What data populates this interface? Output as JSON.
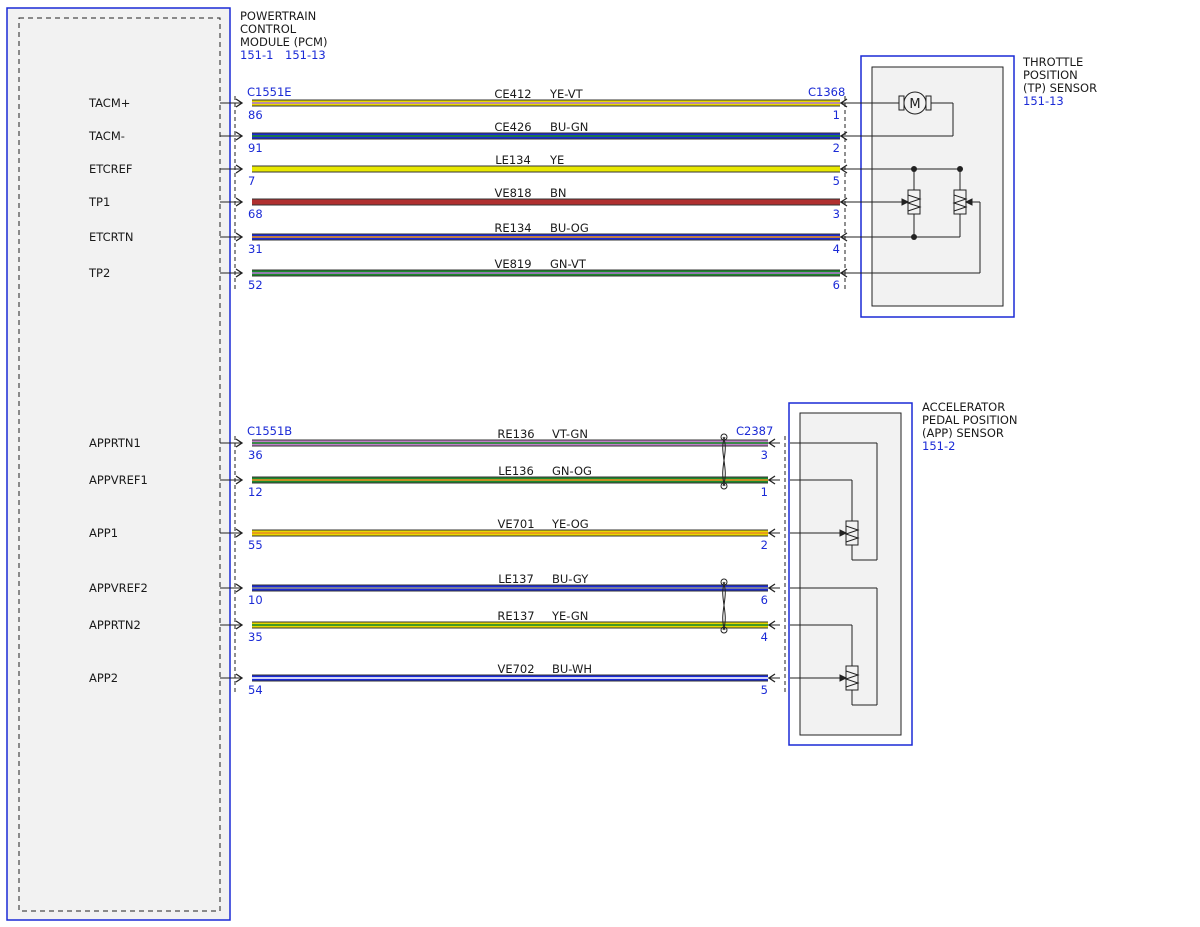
{
  "pcm": {
    "title_lines": [
      "POWERTRAIN",
      "CONTROL",
      "MODULE (PCM)"
    ],
    "refs": [
      "151-1",
      "151-13"
    ]
  },
  "tp_sensor": {
    "title_lines": [
      "THROTTLE",
      "POSITION",
      "(TP) SENSOR"
    ],
    "ref": "151-13"
  },
  "app_sensor": {
    "title_lines": [
      "ACCELERATOR",
      "PEDAL POSITION",
      "(APP) SENSOR"
    ],
    "ref": "151-2"
  },
  "motor_symbol": "M",
  "colors": {
    "YE-VT": [
      "#e8d800",
      "#b07ad0"
    ],
    "BU-GN": [
      "#1a2ad6",
      "#1c8a2c"
    ],
    "YE": [
      "#e8e800",
      "#e8e800"
    ],
    "BN": [
      "#b03030",
      "#b03030"
    ],
    "BU-OG": [
      "#1a2ad6",
      "#e89020"
    ],
    "GN-VT": [
      "#1c8a2c",
      "#b07ad0"
    ],
    "VT-GN": [
      "#c080c8",
      "#1c8a2c"
    ],
    "GN-OG": [
      "#1c8a2c",
      "#e89020"
    ],
    "YE-OG": [
      "#e8d800",
      "#e89020"
    ],
    "BU-GY": [
      "#1a2ad6",
      "#909090"
    ],
    "YE-GN": [
      "#e8d800",
      "#1c8a2c"
    ],
    "BU-WH": [
      "#1a2ad6",
      "#ffffff"
    ]
  },
  "group1": {
    "pcm_connector": "C1551E",
    "sensor_connector": "C1368",
    "wires": [
      {
        "signal": "TACM+",
        "circuit": "CE412",
        "color": "YE-VT",
        "pcm_pin": "86",
        "sensor_pin": "1"
      },
      {
        "signal": "TACM-",
        "circuit": "CE426",
        "color": "BU-GN",
        "pcm_pin": "91",
        "sensor_pin": "2"
      },
      {
        "signal": "ETCREF",
        "circuit": "LE134",
        "color": "YE",
        "pcm_pin": "7",
        "sensor_pin": "5"
      },
      {
        "signal": "TP1",
        "circuit": "VE818",
        "color": "BN",
        "pcm_pin": "68",
        "sensor_pin": "3"
      },
      {
        "signal": "ETCRTN",
        "circuit": "RE134",
        "color": "BU-OG",
        "pcm_pin": "31",
        "sensor_pin": "4"
      },
      {
        "signal": "TP2",
        "circuit": "VE819",
        "color": "GN-VT",
        "pcm_pin": "52",
        "sensor_pin": "6"
      }
    ]
  },
  "group2": {
    "pcm_connector": "C1551B",
    "sensor_connector": "C2387",
    "wires": [
      {
        "signal": "APPRTN1",
        "circuit": "RE136",
        "color": "VT-GN",
        "pcm_pin": "36",
        "sensor_pin": "3"
      },
      {
        "signal": "APPVREF1",
        "circuit": "LE136",
        "color": "GN-OG",
        "pcm_pin": "12",
        "sensor_pin": "1"
      },
      {
        "signal": "APP1",
        "circuit": "VE701",
        "color": "YE-OG",
        "pcm_pin": "55",
        "sensor_pin": "2"
      },
      {
        "signal": "APPVREF2",
        "circuit": "LE137",
        "color": "BU-GY",
        "pcm_pin": "10",
        "sensor_pin": "6"
      },
      {
        "signal": "APPRTN2",
        "circuit": "RE137",
        "color": "YE-GN",
        "pcm_pin": "35",
        "sensor_pin": "4"
      },
      {
        "signal": "APP2",
        "circuit": "VE702",
        "color": "BU-WH",
        "pcm_pin": "54",
        "sensor_pin": "5"
      }
    ]
  }
}
